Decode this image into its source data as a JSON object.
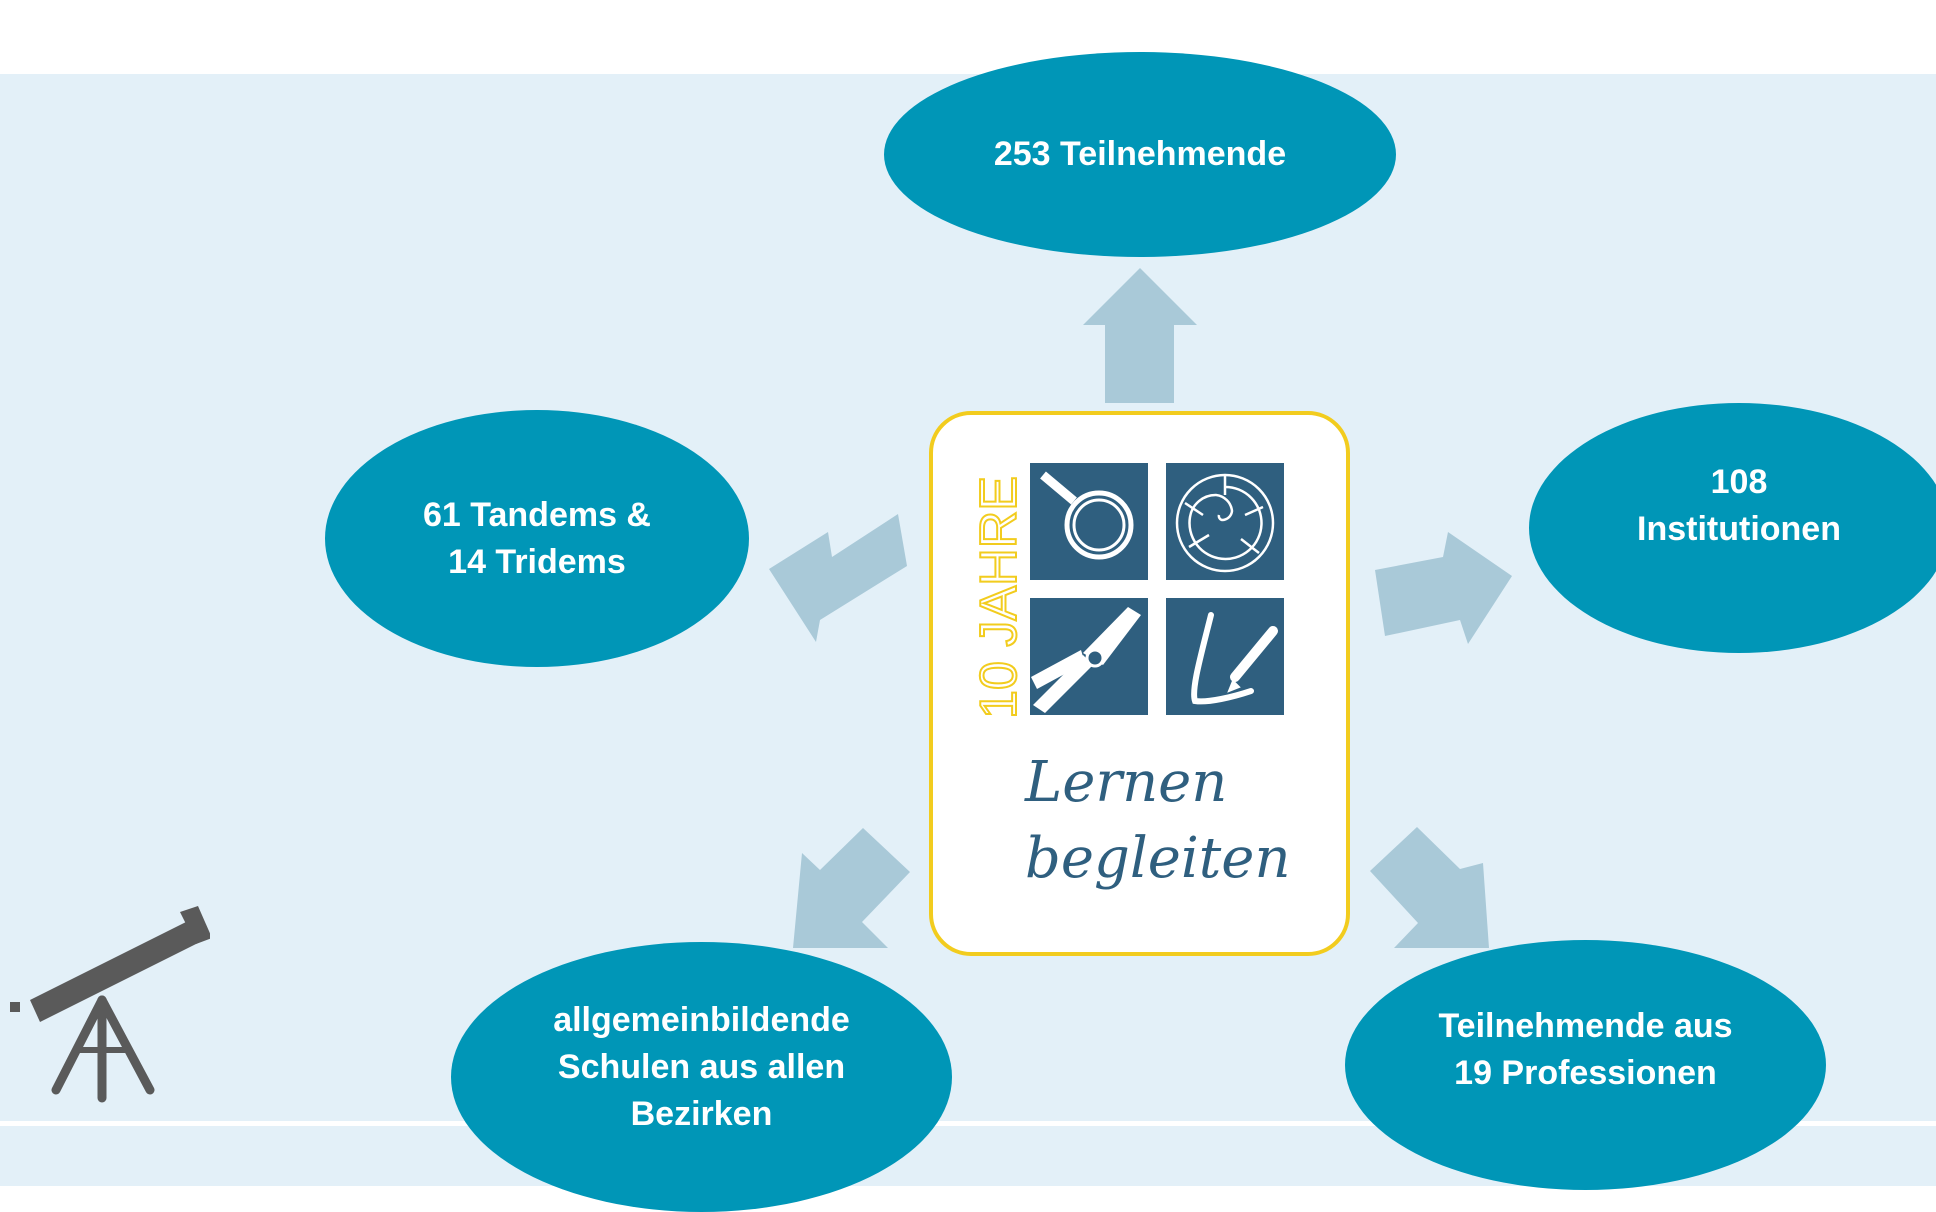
{
  "colors": {
    "background_band": "#e3f0f8",
    "bubble": "#0096b7",
    "arrow": "#a9c9d8",
    "logo_frame": "#f2cc1e",
    "logo_tiles": "#2f5f7f",
    "telescope": "#5a5a5a"
  },
  "center": {
    "vertical_label": "10 JAHRE",
    "script_line1": "Lernen",
    "script_line2": "begleiten",
    "icons": [
      "magnifier-icon",
      "snail-shell-icon",
      "pliers-icon",
      "pen-letter-icon"
    ]
  },
  "bubbles": {
    "top": {
      "lines": [
        "253 Teilnehmende"
      ]
    },
    "left": {
      "lines": [
        "61 Tandems &",
        "14 Tridems"
      ]
    },
    "right": {
      "lines": [
        "108",
        "Institutionen"
      ]
    },
    "bottom_left": {
      "lines": [
        "allgemeinbildende",
        "Schulen aus allen",
        "Bezirken"
      ]
    },
    "bottom_right": {
      "lines": [
        "Teilnehmende aus",
        "19 Professionen"
      ]
    }
  },
  "decoration": {
    "corner_icon": "telescope-icon"
  }
}
